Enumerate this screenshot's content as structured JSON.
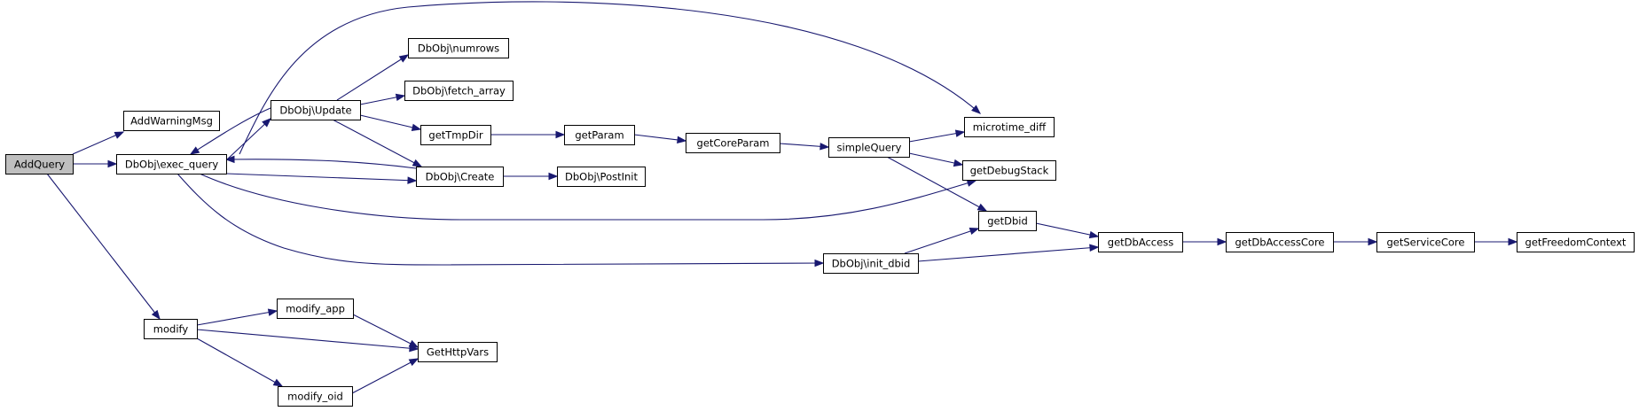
{
  "colors": {
    "edge": "#191970",
    "node_border": "#000000",
    "root_fill": "#bfbfbf",
    "node_fill": "#ffffff"
  },
  "nodes": {
    "addquery": "AddQuery",
    "addwarningmsg": "AddWarningMsg",
    "exec_query": "DbObj\\exec_query",
    "modify": "modify",
    "update": "DbObj\\Update",
    "numrows": "DbObj\\numrows",
    "fetch_array": "DbObj\\fetch_array",
    "gettmpdir": "getTmpDir",
    "create": "DbObj\\Create",
    "postinit": "DbObj\\PostInit",
    "getparam": "getParam",
    "getcoreparam": "getCoreParam",
    "simplequery": "simpleQuery",
    "microtime_diff": "microtime_diff",
    "getdebugstack": "getDebugStack",
    "getdbid": "getDbid",
    "init_dbid": "DbObj\\init_dbid",
    "getdbaccess": "getDbAccess",
    "getdbaccesscore": "getDbAccessCore",
    "getservicecore": "getServiceCore",
    "getfreedomcontext": "getFreedomContext",
    "modify_app": "modify_app",
    "modify_oid": "modify_oid",
    "gethttpvars": "GetHttpVars"
  },
  "edges": [
    [
      "addquery",
      "addwarningmsg"
    ],
    [
      "addquery",
      "exec_query"
    ],
    [
      "addquery",
      "modify"
    ],
    [
      "exec_query",
      "update"
    ],
    [
      "exec_query",
      "create"
    ],
    [
      "exec_query",
      "microtime_diff"
    ],
    [
      "exec_query",
      "getdebugstack"
    ],
    [
      "exec_query",
      "init_dbid"
    ],
    [
      "update",
      "exec_query"
    ],
    [
      "update",
      "numrows"
    ],
    [
      "update",
      "fetch_array"
    ],
    [
      "update",
      "gettmpdir"
    ],
    [
      "update",
      "create"
    ],
    [
      "create",
      "exec_query"
    ],
    [
      "create",
      "postinit"
    ],
    [
      "gettmpdir",
      "getparam"
    ],
    [
      "getparam",
      "getcoreparam"
    ],
    [
      "getcoreparam",
      "simplequery"
    ],
    [
      "simplequery",
      "microtime_diff"
    ],
    [
      "simplequery",
      "getdebugstack"
    ],
    [
      "simplequery",
      "getdbid"
    ],
    [
      "init_dbid",
      "getdbid"
    ],
    [
      "init_dbid",
      "getdbaccess"
    ],
    [
      "getdbid",
      "getdbaccess"
    ],
    [
      "getdbaccess",
      "getdbaccesscore"
    ],
    [
      "getdbaccesscore",
      "getservicecore"
    ],
    [
      "getservicecore",
      "getfreedomcontext"
    ],
    [
      "modify",
      "modify_app"
    ],
    [
      "modify",
      "gethttpvars"
    ],
    [
      "modify",
      "modify_oid"
    ],
    [
      "modify_app",
      "gethttpvars"
    ],
    [
      "modify_oid",
      "gethttpvars"
    ]
  ]
}
